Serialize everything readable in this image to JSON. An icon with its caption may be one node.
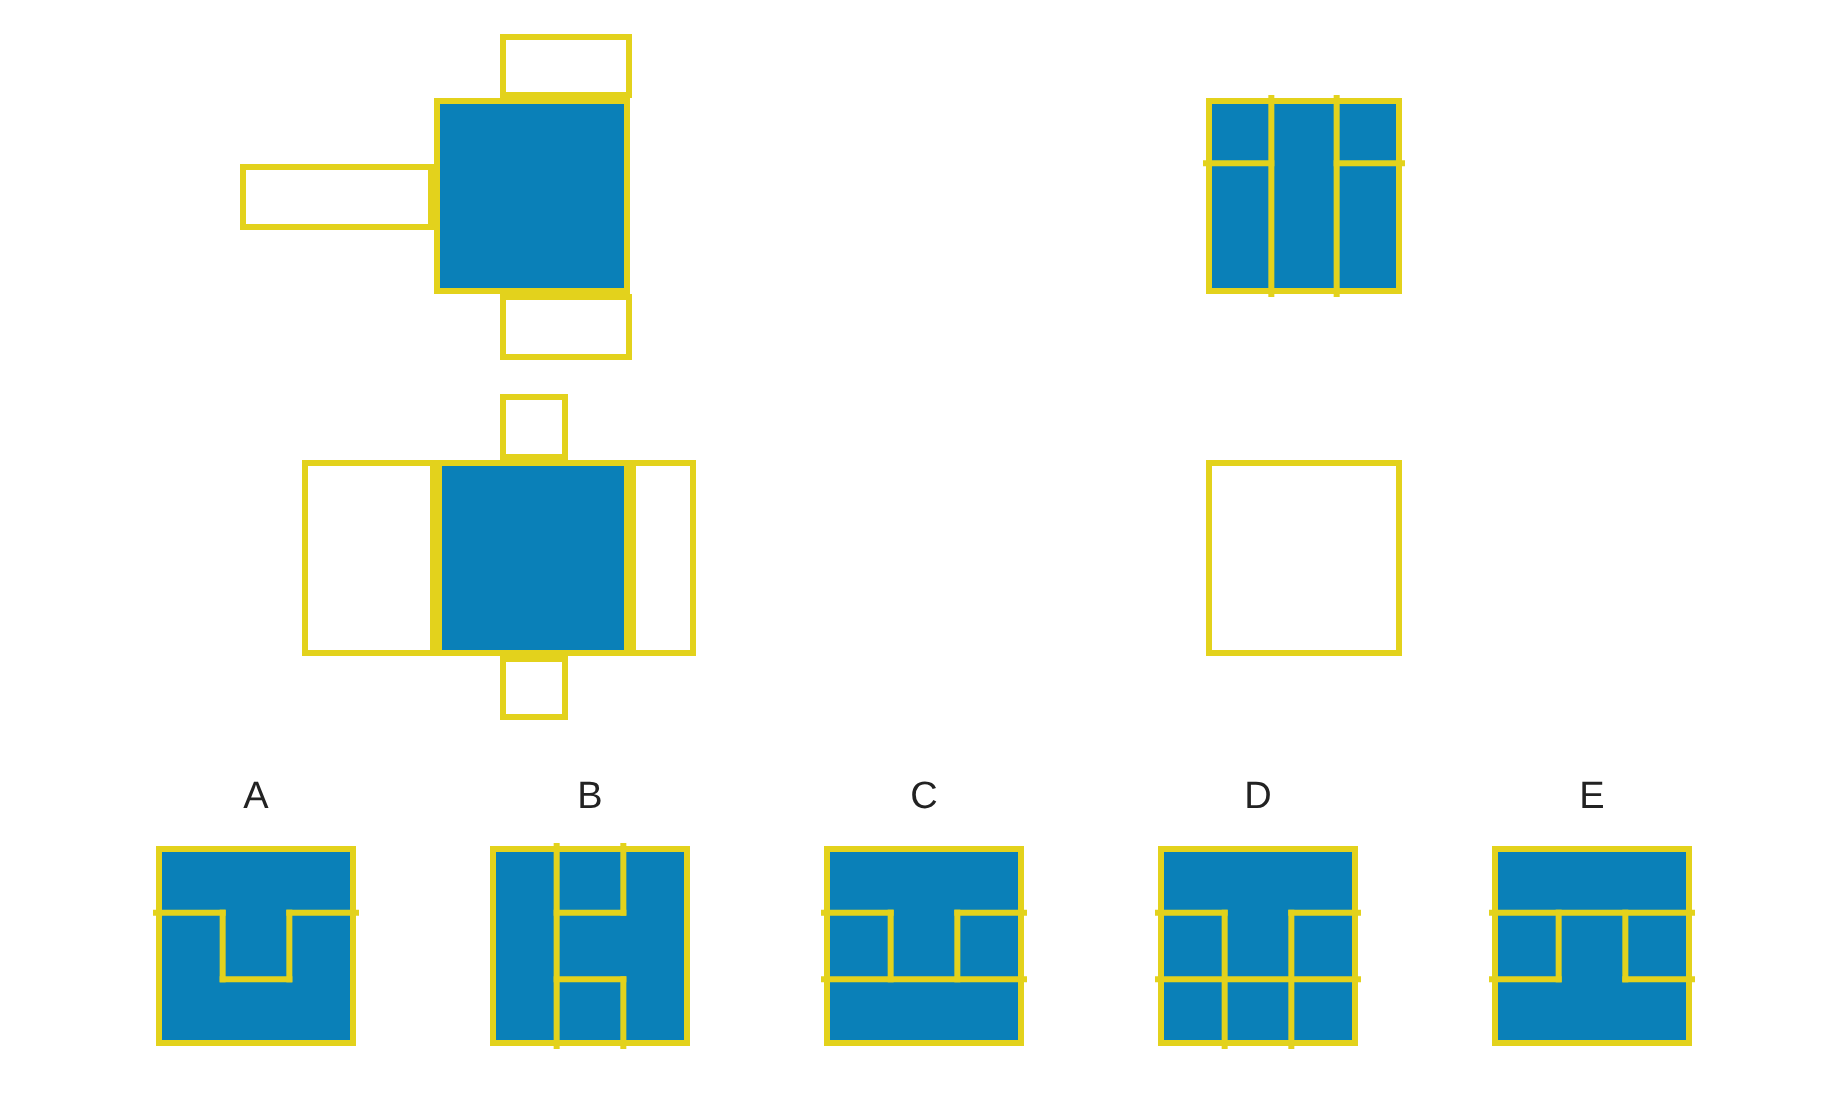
{
  "diagram": {
    "nodes": [
      {
        "text": [],
        "shape": "box"
      },
      {
        "text": [],
        "shape": "box"
      },
      {
        "text": [],
        "shape": "box"
      },
      {
        "text": [],
        "shape": "box"
      },
      {
        "text": [
          "A"
        ]
      },
      {
        "text": [
          "B"
        ]
      },
      {
        "text": [
          "C"
        ]
      },
      {
        "text": [
          "D"
        ]
      },
      {
        "text": [
          "E"
        ]
      }
    ]
  }
}
